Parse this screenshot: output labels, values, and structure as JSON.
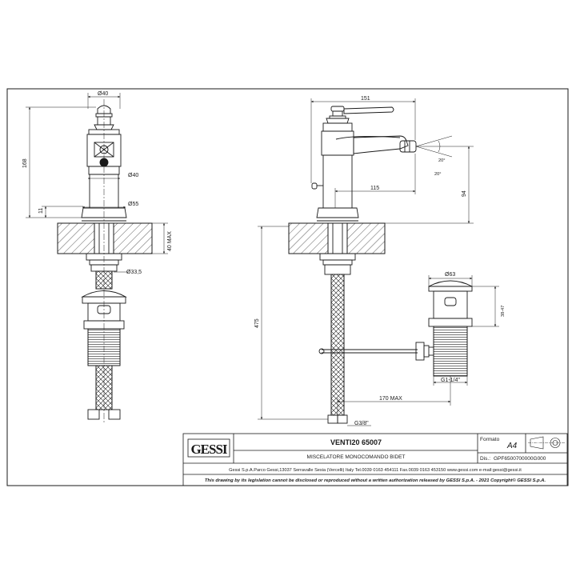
{
  "views": {
    "front": {
      "dims": {
        "top_diameter": "Ø40",
        "body_diameter": "Ø40",
        "flange_diameter": "Ø55",
        "shank_diameter": "Ø33,5",
        "overall_height": "168",
        "flange_height": "11",
        "max_deck": "40 MAX"
      }
    },
    "side": {
      "dims": {
        "reach": "151",
        "spout_projection": "115",
        "spout_height": "94",
        "hose_length": "475",
        "angle_up": "20°",
        "angle_down": "20°",
        "rod_length": "170 MAX",
        "inlet_thread": "G3/8\""
      }
    },
    "waste": {
      "dims": {
        "cap_diameter": "Ø63",
        "height_range": "38-47",
        "thread": "G1-1/4\""
      }
    }
  },
  "title_block": {
    "logo": "GESSI",
    "product": "VENTI20 65007",
    "description": "MISCELATORE MONOCOMANDO BIDET",
    "format_label": "Formato",
    "format_value": "A4",
    "drawing_label": "Dis.:",
    "drawing_number": "GPF6500700000G000",
    "address": "Gessi S.p.A.Parco Gessi,13037 Serravalle Sesia (Vercelli) Italy Tel.0039 0163 454111 Fax.0039 0163 453150 www.gessi.com e-mail:gessi@gessi.it",
    "disclaimer": "This drawing by its legislation cannot be disclosed or reproduced without a written authorization released by GESSI S.p.A. - 2021 Copyright© GESSI S.p.A."
  },
  "colors": {
    "ink": "#1a1a1a",
    "paper": "#ffffff"
  }
}
